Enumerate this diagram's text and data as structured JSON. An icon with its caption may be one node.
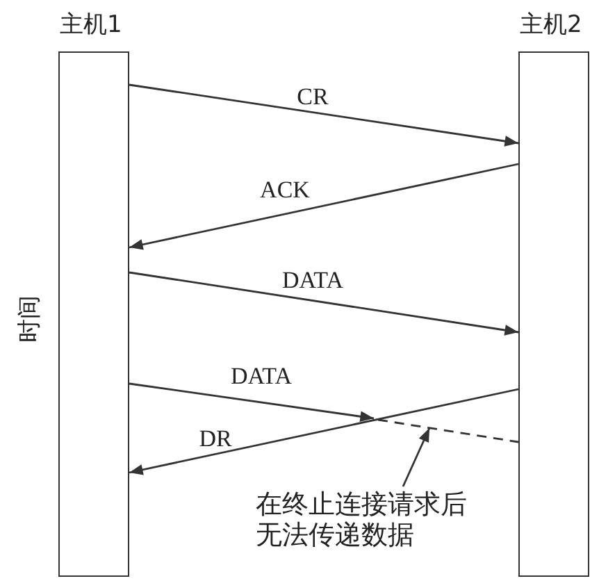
{
  "diagram": {
    "nodes": [
      {
        "text": [
          "主机1"
        ]
      },
      {
        "text": [
          "主机2"
        ]
      },
      {
        "text": [
          "在终止连接请求后无法传递数据"
        ]
      }
    ],
    "edges": [
      {
        "from": 0,
        "to": 1,
        "arrow": "to",
        "label": "CR"
      },
      {
        "from": 1,
        "to": 0,
        "arrow": "to",
        "label": "ACK"
      },
      {
        "from": 0,
        "to": 1,
        "arrow": "to",
        "label": "DATA"
      },
      {
        "from": 0,
        "to": null,
        "arrow": "to",
        "label": "DATA"
      },
      {
        "from": 1,
        "to": 0,
        "arrow": "to",
        "label": "DR"
      },
      {
        "from": null,
        "to": 1,
        "arrow": "none",
        "style": "dashed"
      },
      {
        "from": 2,
        "to": null,
        "arrow": "to"
      }
    ],
    "labels": [
      "时间"
    ]
  }
}
